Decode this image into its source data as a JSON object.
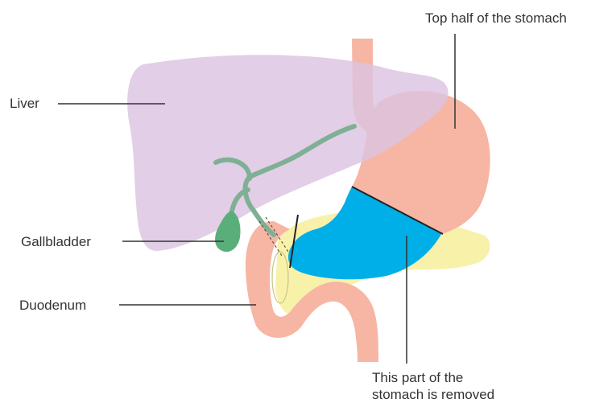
{
  "labels": {
    "liver": "Liver",
    "gallbladder": "Gallbladder",
    "duodenum": "Duodenum",
    "top_half": "Top half of the stomach",
    "removed_line1": "This part of the",
    "removed_line2": "stomach is removed"
  },
  "colors": {
    "liver": "#dcc3e0",
    "stomach": "#f7b5a3",
    "removed_part": "#00aee8",
    "pancreas": "#f7efa0",
    "gallbladder": "#5aae7a",
    "bile_duct": "#7fb095",
    "leader_line": "#333333"
  }
}
